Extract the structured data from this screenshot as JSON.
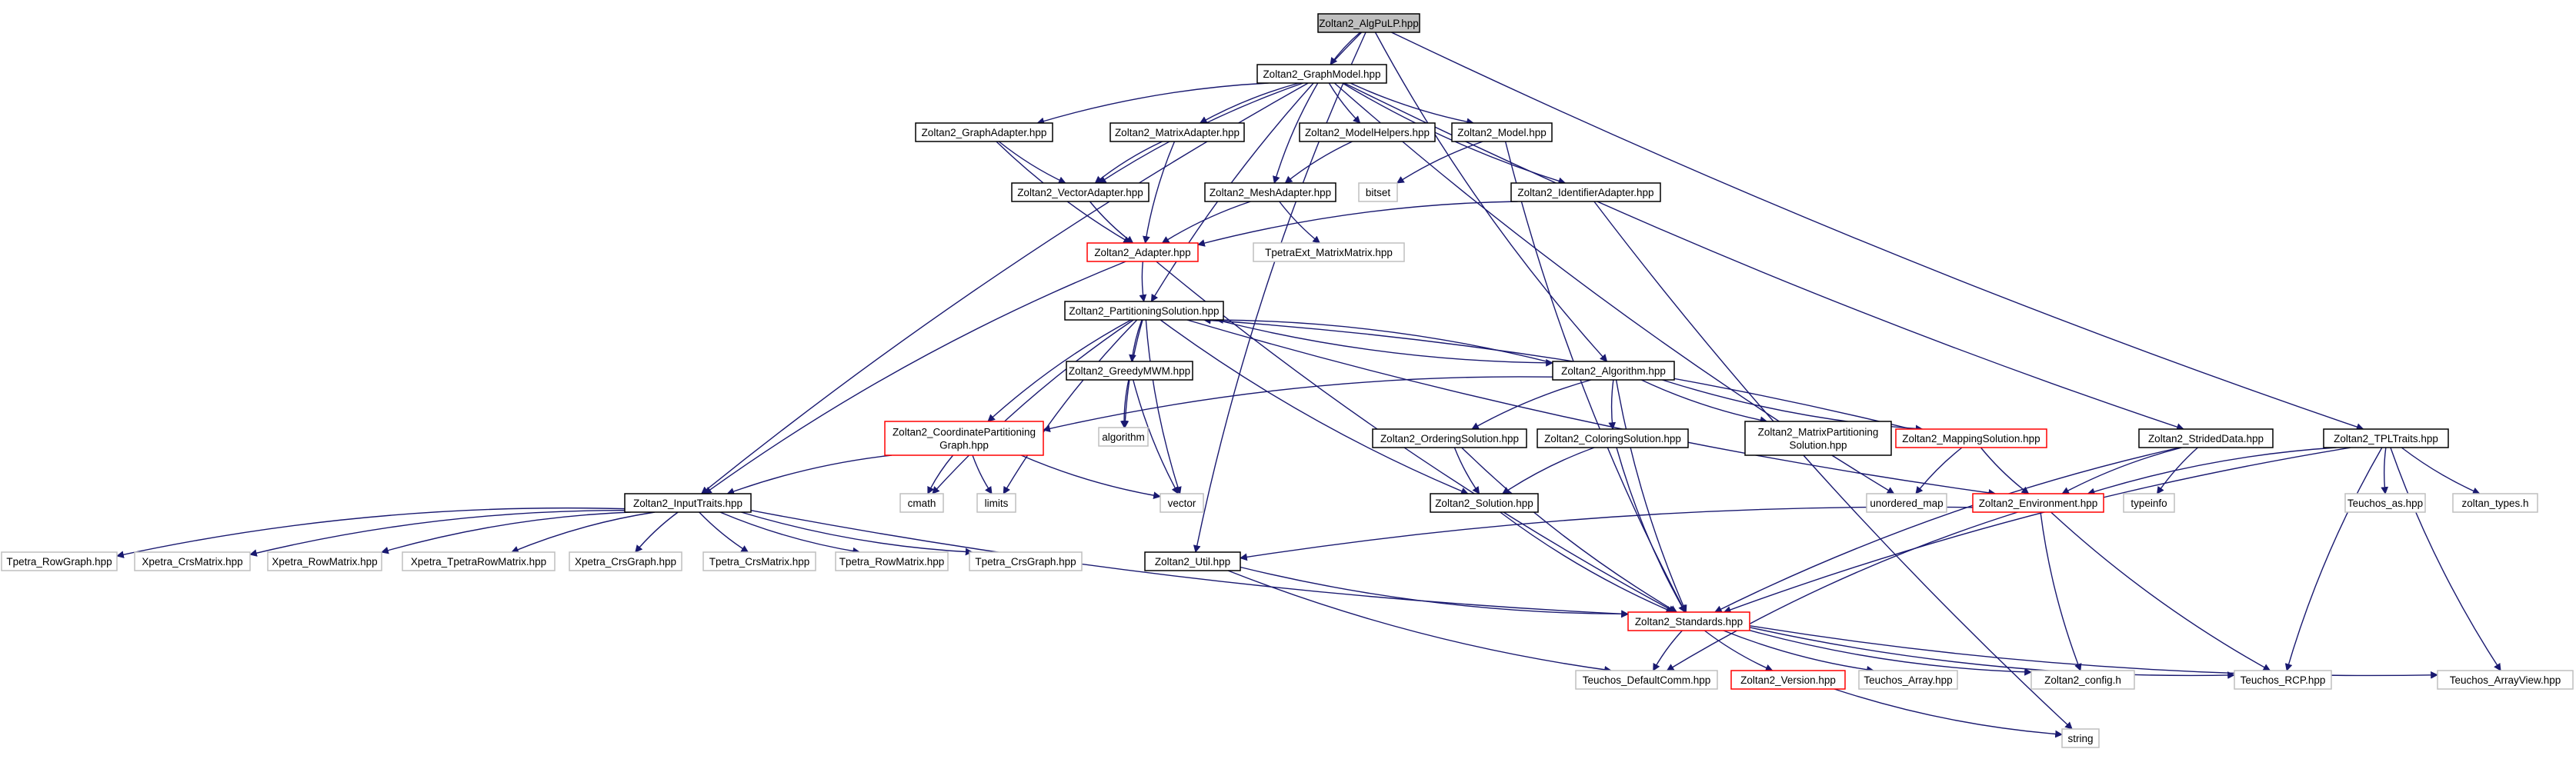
{
  "colors": {
    "edge": "#191970",
    "root_fill": "#bfbfbf",
    "normal_border": "#000000",
    "partial_border": "#ff0000",
    "external_border": "#bfbfbf",
    "fill": "#ffffff"
  },
  "nodes": [
    {
      "id": "algpulp",
      "lines": [
        "Zoltan2_AlgPuLP.hpp"
      ],
      "kind": "root"
    },
    {
      "id": "graphmodel",
      "lines": [
        "Zoltan2_GraphModel.hpp"
      ],
      "kind": "normal"
    },
    {
      "id": "graphadapter",
      "lines": [
        "Zoltan2_GraphAdapter.hpp"
      ],
      "kind": "normal"
    },
    {
      "id": "matrixadapter",
      "lines": [
        "Zoltan2_MatrixAdapter.hpp"
      ],
      "kind": "normal"
    },
    {
      "id": "modelhelpers",
      "lines": [
        "Zoltan2_ModelHelpers.hpp"
      ],
      "kind": "normal"
    },
    {
      "id": "model",
      "lines": [
        "Zoltan2_Model.hpp"
      ],
      "kind": "normal"
    },
    {
      "id": "vectoradapter",
      "lines": [
        "Zoltan2_VectorAdapter.hpp"
      ],
      "kind": "normal"
    },
    {
      "id": "meshadapter",
      "lines": [
        "Zoltan2_MeshAdapter.hpp"
      ],
      "kind": "normal"
    },
    {
      "id": "bitset",
      "lines": [
        "bitset"
      ],
      "kind": "external"
    },
    {
      "id": "identifieradapter",
      "lines": [
        "Zoltan2_IdentifierAdapter.hpp"
      ],
      "kind": "normal"
    },
    {
      "id": "adapter",
      "lines": [
        "Zoltan2_Adapter.hpp"
      ],
      "kind": "partial"
    },
    {
      "id": "tpetraext",
      "lines": [
        "TpetraExt_MatrixMatrix.hpp"
      ],
      "kind": "external"
    },
    {
      "id": "partsol",
      "lines": [
        "Zoltan2_PartitioningSolution.hpp"
      ],
      "kind": "normal"
    },
    {
      "id": "greedymwm",
      "lines": [
        "Zoltan2_GreedyMWM.hpp"
      ],
      "kind": "normal"
    },
    {
      "id": "algorithm_hpp",
      "lines": [
        "Zoltan2_Algorithm.hpp"
      ],
      "kind": "normal"
    },
    {
      "id": "coordpart",
      "lines": [
        "Zoltan2_CoordinatePartitioning",
        "Graph.hpp"
      ],
      "kind": "partial"
    },
    {
      "id": "algorithm_std",
      "lines": [
        "algorithm"
      ],
      "kind": "external"
    },
    {
      "id": "orderingsol",
      "lines": [
        "Zoltan2_OrderingSolution.hpp"
      ],
      "kind": "normal"
    },
    {
      "id": "coloringsol",
      "lines": [
        "Zoltan2_ColoringSolution.hpp"
      ],
      "kind": "normal"
    },
    {
      "id": "matrixpartsol",
      "lines": [
        "Zoltan2_MatrixPartitioning",
        "Solution.hpp"
      ],
      "kind": "normal"
    },
    {
      "id": "mappingsol",
      "lines": [
        "Zoltan2_MappingSolution.hpp"
      ],
      "kind": "partial"
    },
    {
      "id": "strideddata",
      "lines": [
        "Zoltan2_StridedData.hpp"
      ],
      "kind": "normal"
    },
    {
      "id": "tpltraits",
      "lines": [
        "Zoltan2_TPLTraits.hpp"
      ],
      "kind": "normal"
    },
    {
      "id": "cmath",
      "lines": [
        "cmath"
      ],
      "kind": "external"
    },
    {
      "id": "limits",
      "lines": [
        "limits"
      ],
      "kind": "external"
    },
    {
      "id": "vector",
      "lines": [
        "vector"
      ],
      "kind": "external"
    },
    {
      "id": "solution",
      "lines": [
        "Zoltan2_Solution.hpp"
      ],
      "kind": "normal"
    },
    {
      "id": "unorderedmap",
      "lines": [
        "unordered_map"
      ],
      "kind": "external"
    },
    {
      "id": "environment",
      "lines": [
        "Zoltan2_Environment.hpp"
      ],
      "kind": "partial"
    },
    {
      "id": "typeinfo",
      "lines": [
        "typeinfo"
      ],
      "kind": "external"
    },
    {
      "id": "teuchosas",
      "lines": [
        "Teuchos_as.hpp"
      ],
      "kind": "external"
    },
    {
      "id": "zoltantypes",
      "lines": [
        "zoltan_types.h"
      ],
      "kind": "external"
    },
    {
      "id": "inputtraits",
      "lines": [
        "Zoltan2_InputTraits.hpp"
      ],
      "kind": "normal"
    },
    {
      "id": "tpetrarowgraph",
      "lines": [
        "Tpetra_RowGraph.hpp"
      ],
      "kind": "external"
    },
    {
      "id": "xpetracrsmatrix",
      "lines": [
        "Xpetra_CrsMatrix.hpp"
      ],
      "kind": "external"
    },
    {
      "id": "xpetrarowmatrix",
      "lines": [
        "Xpetra_RowMatrix.hpp"
      ],
      "kind": "external"
    },
    {
      "id": "xpetratpetrarow",
      "lines": [
        "Xpetra_TpetraRowMatrix.hpp"
      ],
      "kind": "external"
    },
    {
      "id": "xpetracrsgraph",
      "lines": [
        "Xpetra_CrsGraph.hpp"
      ],
      "kind": "external"
    },
    {
      "id": "tpetracrsmatrix",
      "lines": [
        "Tpetra_CrsMatrix.hpp"
      ],
      "kind": "external"
    },
    {
      "id": "tpetrarowmatrix",
      "lines": [
        "Tpetra_RowMatrix.hpp"
      ],
      "kind": "external"
    },
    {
      "id": "tpetracrsgraph",
      "lines": [
        "Tpetra_CrsGraph.hpp"
      ],
      "kind": "external"
    },
    {
      "id": "util",
      "lines": [
        "Zoltan2_Util.hpp"
      ],
      "kind": "normal"
    },
    {
      "id": "standards",
      "lines": [
        "Zoltan2_Standards.hpp"
      ],
      "kind": "partial"
    },
    {
      "id": "defaultcomm",
      "lines": [
        "Teuchos_DefaultComm.hpp"
      ],
      "kind": "external"
    },
    {
      "id": "version",
      "lines": [
        "Zoltan2_Version.hpp"
      ],
      "kind": "partial"
    },
    {
      "id": "teuchosarray",
      "lines": [
        "Teuchos_Array.hpp"
      ],
      "kind": "external"
    },
    {
      "id": "config",
      "lines": [
        "Zoltan2_config.h"
      ],
      "kind": "external"
    },
    {
      "id": "rcp",
      "lines": [
        "Teuchos_RCP.hpp"
      ],
      "kind": "external"
    },
    {
      "id": "arrayview",
      "lines": [
        "Teuchos_ArrayView.hpp"
      ],
      "kind": "external"
    },
    {
      "id": "string",
      "lines": [
        "string"
      ],
      "kind": "external"
    }
  ],
  "edges": [
    [
      "algpulp",
      "graphmodel"
    ],
    [
      "algpulp",
      "partsol"
    ],
    [
      "algpulp",
      "algorithm_hpp"
    ],
    [
      "algpulp",
      "tpltraits"
    ],
    [
      "algpulp",
      "util"
    ],
    [
      "graphmodel",
      "graphadapter"
    ],
    [
      "graphmodel",
      "matrixadapter"
    ],
    [
      "graphmodel",
      "modelhelpers"
    ],
    [
      "graphmodel",
      "model"
    ],
    [
      "graphmodel",
      "vectoradapter"
    ],
    [
      "graphmodel",
      "meshadapter"
    ],
    [
      "graphmodel",
      "identifieradapter"
    ],
    [
      "graphmodel",
      "inputtraits"
    ],
    [
      "graphmodel",
      "strideddata"
    ],
    [
      "graphmodel",
      "unorderedmap"
    ],
    [
      "graphadapter",
      "vectoradapter"
    ],
    [
      "graphadapter",
      "adapter"
    ],
    [
      "matrixadapter",
      "vectoradapter"
    ],
    [
      "matrixadapter",
      "adapter"
    ],
    [
      "modelhelpers",
      "meshadapter"
    ],
    [
      "model",
      "bitset"
    ],
    [
      "model",
      "standards"
    ],
    [
      "vectoradapter",
      "adapter"
    ],
    [
      "meshadapter",
      "adapter"
    ],
    [
      "meshadapter",
      "tpetraext"
    ],
    [
      "identifieradapter",
      "adapter"
    ],
    [
      "identifieradapter",
      "string"
    ],
    [
      "adapter",
      "partsol"
    ],
    [
      "adapter",
      "inputtraits"
    ],
    [
      "adapter",
      "standards"
    ],
    [
      "partsol",
      "greedymwm"
    ],
    [
      "partsol",
      "algorithm_hpp"
    ],
    [
      "partsol",
      "coordpart"
    ],
    [
      "partsol",
      "algorithm_std"
    ],
    [
      "partsol",
      "cmath"
    ],
    [
      "partsol",
      "limits"
    ],
    [
      "partsol",
      "vector"
    ],
    [
      "partsol",
      "solution"
    ],
    [
      "partsol",
      "environment"
    ],
    [
      "greedymwm",
      "algorithm_std"
    ],
    [
      "greedymwm",
      "vector"
    ],
    [
      "algorithm_hpp",
      "partsol"
    ],
    [
      "algorithm_hpp",
      "coordpart"
    ],
    [
      "algorithm_hpp",
      "orderingsol"
    ],
    [
      "algorithm_hpp",
      "coloringsol"
    ],
    [
      "algorithm_hpp",
      "matrixpartsol"
    ],
    [
      "algorithm_hpp",
      "mappingsol"
    ],
    [
      "algorithm_hpp",
      "standards"
    ],
    [
      "coordpart",
      "inputtraits"
    ],
    [
      "coordpart",
      "cmath"
    ],
    [
      "coordpart",
      "limits"
    ],
    [
      "coordpart",
      "vector"
    ],
    [
      "orderingsol",
      "solution"
    ],
    [
      "orderingsol",
      "standards"
    ],
    [
      "coloringsol",
      "solution"
    ],
    [
      "coloringsol",
      "standards"
    ],
    [
      "mappingsol",
      "partsol"
    ],
    [
      "mappingsol",
      "environment"
    ],
    [
      "mappingsol",
      "unorderedmap"
    ],
    [
      "strideddata",
      "environment"
    ],
    [
      "strideddata",
      "typeinfo"
    ],
    [
      "strideddata",
      "standards"
    ],
    [
      "tpltraits",
      "environment"
    ],
    [
      "tpltraits",
      "teuchosas"
    ],
    [
      "tpltraits",
      "zoltantypes"
    ],
    [
      "tpltraits",
      "standards"
    ],
    [
      "tpltraits",
      "rcp"
    ],
    [
      "tpltraits",
      "arrayview"
    ],
    [
      "solution",
      "standards"
    ],
    [
      "environment",
      "util"
    ],
    [
      "environment",
      "defaultcomm"
    ],
    [
      "environment",
      "config"
    ],
    [
      "environment",
      "rcp"
    ],
    [
      "inputtraits",
      "tpetrarowgraph"
    ],
    [
      "inputtraits",
      "xpetracrsmatrix"
    ],
    [
      "inputtraits",
      "xpetrarowmatrix"
    ],
    [
      "inputtraits",
      "xpetratpetrarow"
    ],
    [
      "inputtraits",
      "xpetracrsgraph"
    ],
    [
      "inputtraits",
      "tpetracrsmatrix"
    ],
    [
      "inputtraits",
      "tpetrarowmatrix"
    ],
    [
      "inputtraits",
      "tpetracrsgraph"
    ],
    [
      "inputtraits",
      "standards"
    ],
    [
      "util",
      "standards"
    ],
    [
      "util",
      "defaultcomm"
    ],
    [
      "standards",
      "defaultcomm"
    ],
    [
      "standards",
      "version"
    ],
    [
      "standards",
      "teuchosarray"
    ],
    [
      "standards",
      "config"
    ],
    [
      "standards",
      "rcp"
    ],
    [
      "standards",
      "arrayview"
    ],
    [
      "version",
      "string"
    ]
  ]
}
